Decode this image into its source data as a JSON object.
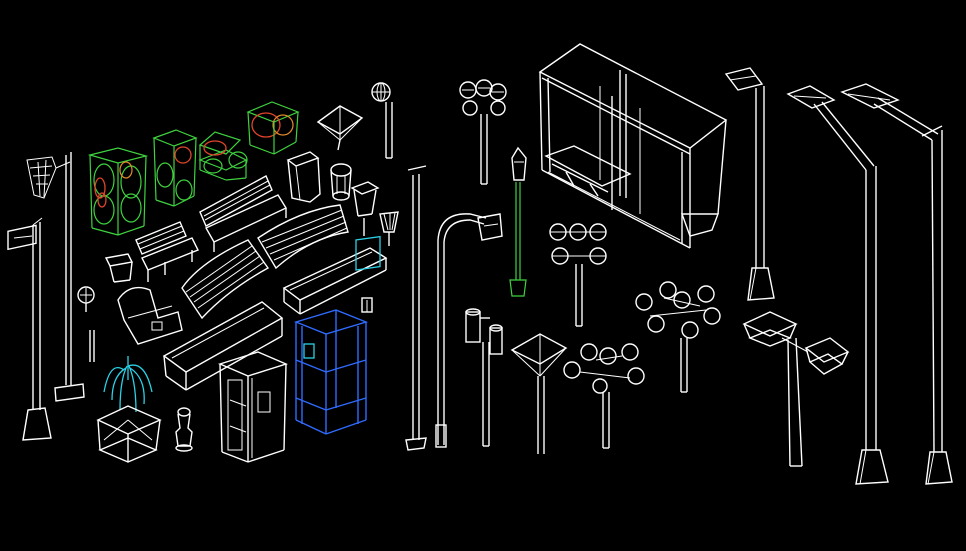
{
  "drawing": {
    "background": "#000000",
    "colors": {
      "line_white": "#ffffff",
      "planter_green": "#3fd23f",
      "planter_red": "#e0452b",
      "fountain_cyan": "#2bd1e6",
      "booth_blue": "#2f6bff"
    },
    "objects": [
      "basketball-hoop",
      "wall-lamp-post",
      "flagpole",
      "flower-planters",
      "park-benches",
      "street-benches",
      "trash-bins",
      "fountain",
      "bollard",
      "telephone-booths",
      "wall-phone",
      "single-globe-lamp",
      "tall-street-lamp",
      "five-globe-lamps",
      "green-lantern-post",
      "curved-arm-lamp",
      "bus-shelter",
      "highway-lamps",
      "double-head-lamp"
    ]
  }
}
